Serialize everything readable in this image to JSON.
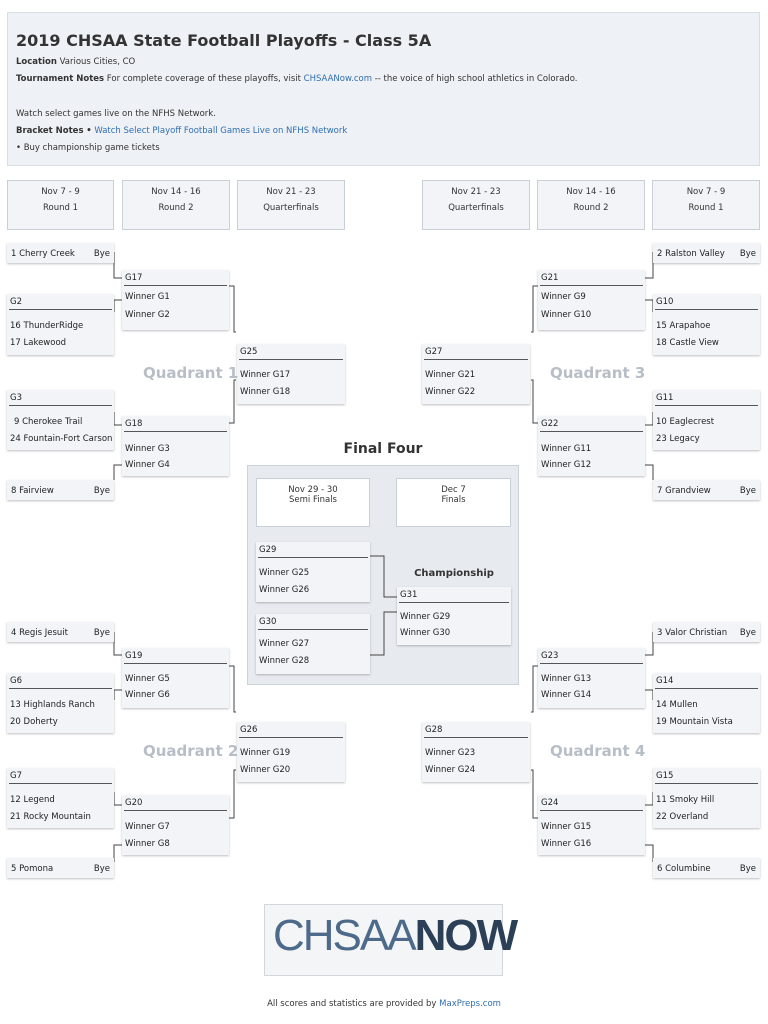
{
  "header": {
    "title": "2019 CHSAA State Football Playoffs - Class 5A",
    "location_label": "Location",
    "location_value": "Various Cities, CO",
    "notes_label": "Tournament Notes",
    "notes_prefix": "For complete coverage of these playoffs, visit",
    "notes_link": "CHSAANow.com",
    "notes_suffix": "-- the voice of high school athletics in Colorado.",
    "watch_link": "Watch select games live on the NFHS Network.",
    "bracket_label": "Bracket Notes",
    "bracket_bullet": "•",
    "bracket_link": "Watch Select Playoff Football Games Live on NFHS Network",
    "tickets_link": "• Buy championship game tickets"
  },
  "round_headers": {
    "left_r1": {
      "date": "Nov 7 - 9",
      "name": "Round 1"
    },
    "left_r2": {
      "date": "Nov 14 - 16",
      "name": "Round 2"
    },
    "left_qf": {
      "date": "Nov 21 - 23",
      "name": "Quarterfinals"
    },
    "right_qf": {
      "date": "Nov 21 - 23",
      "name": "Quarterfinals"
    },
    "right_r2": {
      "date": "Nov 14 - 16",
      "name": "Round 2"
    },
    "right_r1": {
      "date": "Nov 7 - 9",
      "name": "Round 1"
    }
  },
  "byes": {
    "cherry_creek": {
      "team": "1 Cherry Creek",
      "bye": "Bye"
    },
    "fairview": {
      "team": "8 Fairview",
      "bye": "Bye"
    },
    "regis": {
      "team": "4 Regis Jesuit",
      "bye": "Bye"
    },
    "pomona": {
      "team": "5 Pomona",
      "bye": "Bye"
    },
    "ralston": {
      "team": "2 Ralston Valley",
      "bye": "Bye"
    },
    "grandview": {
      "team": "7 Grandview",
      "bye": "Bye"
    },
    "valor": {
      "team": "3 Valor Christian",
      "bye": "Bye"
    },
    "columbine": {
      "team": "6 Columbine",
      "bye": "Bye"
    }
  },
  "games": {
    "g2": {
      "id": "G2",
      "a": "16 ThunderRidge",
      "b": "17 Lakewood"
    },
    "g3": {
      "id": "G3",
      "a": "9 Cherokee Trail",
      "b": "24 Fountain-Fort Carson"
    },
    "g6": {
      "id": "G6",
      "a": "13 Highlands Ranch",
      "b": "20 Doherty"
    },
    "g7": {
      "id": "G7",
      "a": "12 Legend",
      "b": "21 Rocky Mountain"
    },
    "g10": {
      "id": "G10",
      "a": "15 Arapahoe",
      "b": "18 Castle View"
    },
    "g11": {
      "id": "G11",
      "a": "10 Eaglecrest",
      "b": "23 Legacy"
    },
    "g14": {
      "id": "G14",
      "a": "14 Mullen",
      "b": "19 Mountain Vista"
    },
    "g15": {
      "id": "G15",
      "a": "11 Smoky Hill",
      "b": "22 Overland"
    },
    "g17": {
      "id": "G17",
      "a": "Winner G1",
      "b": "Winner G2"
    },
    "g18": {
      "id": "G18",
      "a": "Winner G3",
      "b": "Winner G4"
    },
    "g19": {
      "id": "G19",
      "a": "Winner G5",
      "b": "Winner G6"
    },
    "g20": {
      "id": "G20",
      "a": "Winner G7",
      "b": "Winner G8"
    },
    "g21": {
      "id": "G21",
      "a": "Winner G9",
      "b": "Winner G10"
    },
    "g22": {
      "id": "G22",
      "a": "Winner G11",
      "b": "Winner G12"
    },
    "g23": {
      "id": "G23",
      "a": "Winner G13",
      "b": "Winner G14"
    },
    "g24": {
      "id": "G24",
      "a": "Winner G15",
      "b": "Winner G16"
    },
    "g25": {
      "id": "G25",
      "a": "Winner G17",
      "b": "Winner G18"
    },
    "g26": {
      "id": "G26",
      "a": "Winner G19",
      "b": "Winner G20"
    },
    "g27": {
      "id": "G27",
      "a": "Winner G21",
      "b": "Winner G22"
    },
    "g28": {
      "id": "G28",
      "a": "Winner G23",
      "b": "Winner G24"
    },
    "g29": {
      "id": "G29",
      "a": "Winner G25",
      "b": "Winner G26"
    },
    "g30": {
      "id": "G30",
      "a": "Winner G27",
      "b": "Winner G28"
    },
    "g31": {
      "id": "G31",
      "a": "Winner G29",
      "b": "Winner G30"
    }
  },
  "quadrants": {
    "q1": "Quadrant 1",
    "q2": "Quadrant 2",
    "q3": "Quadrant 3",
    "q4": "Quadrant 4"
  },
  "final_four": {
    "title": "Final Four",
    "semi": {
      "date": "Nov 29 - 30",
      "name": "Semi Finals"
    },
    "finals": {
      "date": "Dec 7",
      "name": "Finals"
    },
    "championship": "Championship"
  },
  "logo": {
    "light": "CHSAA",
    "bold": "NOW"
  },
  "footer": {
    "prefix": "All scores and statistics are provided by",
    "link": "MaxPreps.com"
  },
  "colors": {
    "panel": "#f2f4f7",
    "link": "#2f6fb0",
    "quadrant": "#b8bec7"
  }
}
